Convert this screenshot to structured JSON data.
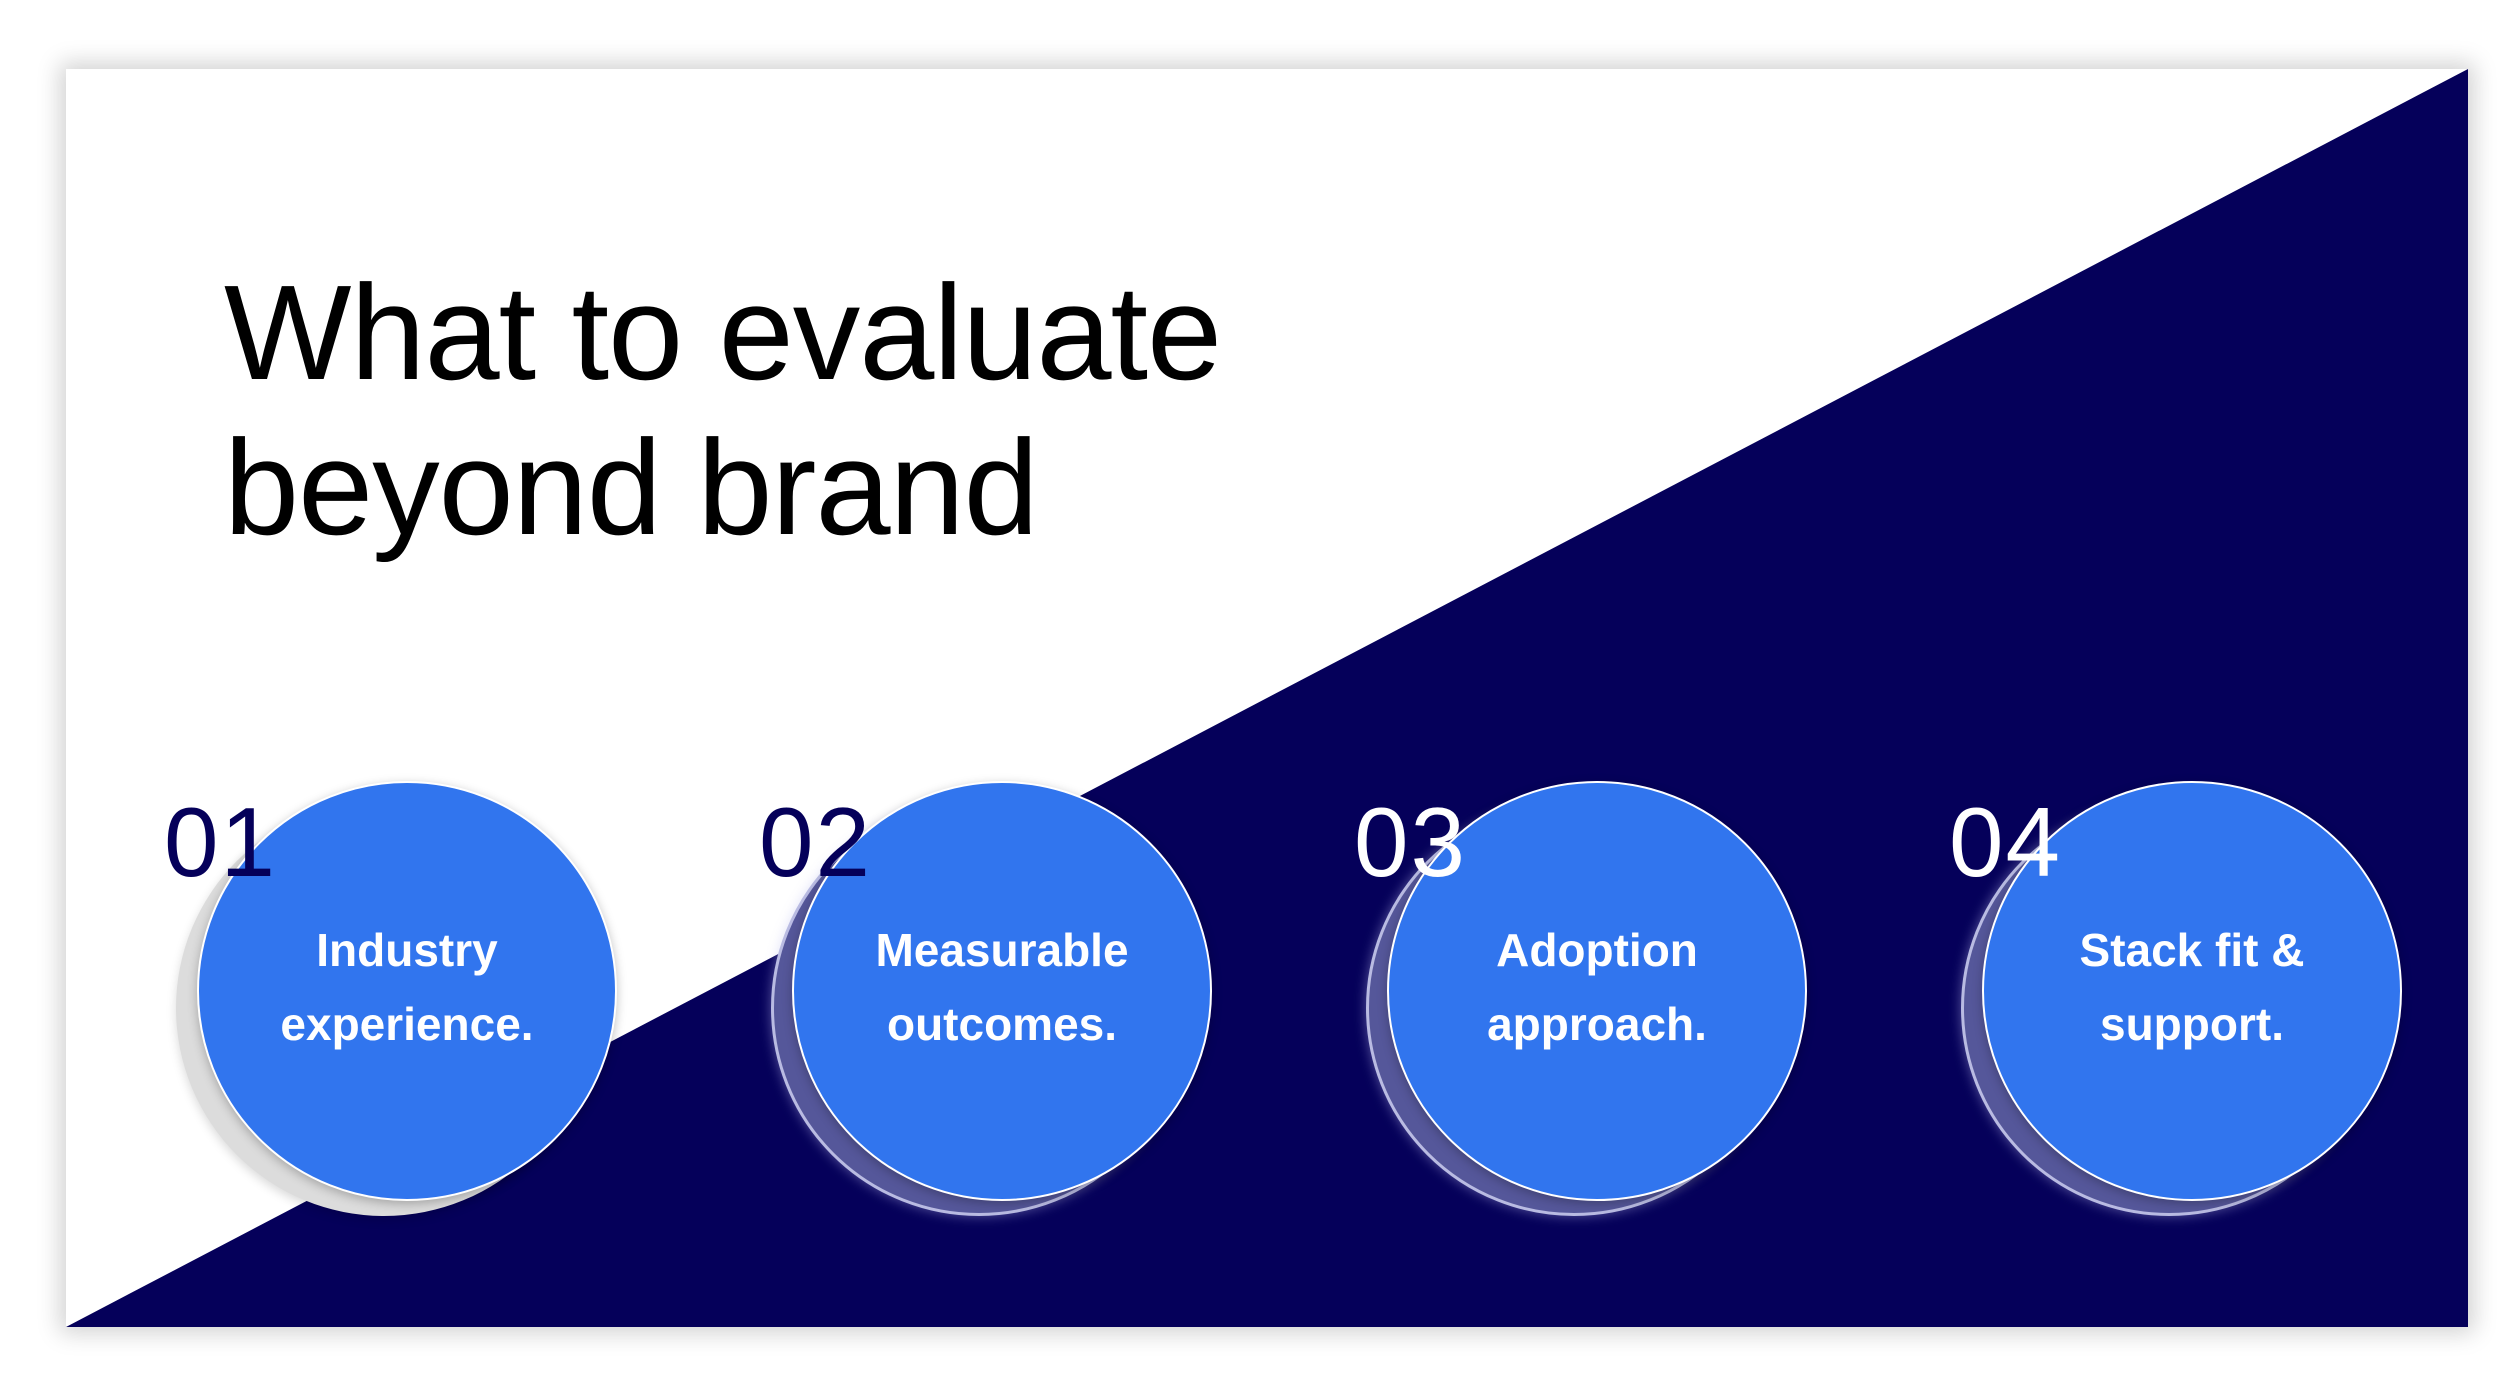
{
  "slide": {
    "title_line1": "What to evaluate",
    "title_line2": "beyond brand",
    "colors": {
      "navy": "#05005a",
      "accent_blue": "#3175ee",
      "white": "#ffffff"
    }
  },
  "items": [
    {
      "number": "01",
      "text": "Industry\nexperience.",
      "number_color": "#05005a"
    },
    {
      "number": "02",
      "text": "Measurable\noutcomes.",
      "number_color": "#05005a"
    },
    {
      "number": "03",
      "text": "Adoption\napproach.",
      "number_color": "#ffffff"
    },
    {
      "number": "04",
      "text": "Stack fit &\nsupport.",
      "number_color": "#ffffff"
    }
  ]
}
